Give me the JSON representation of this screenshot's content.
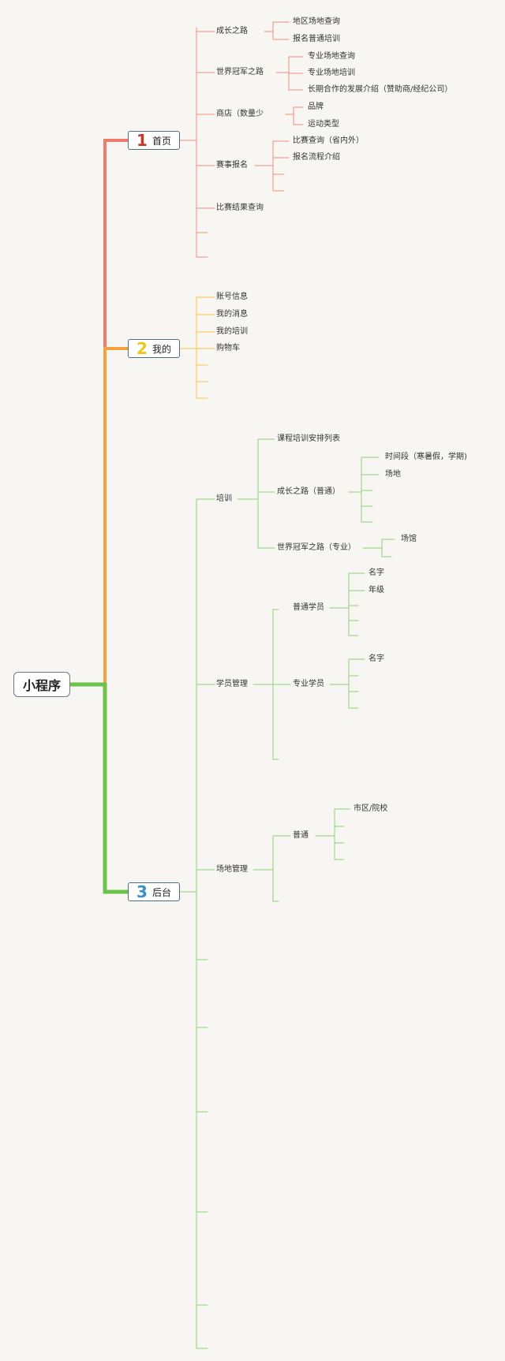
{
  "root": "小程序",
  "branches": [
    {
      "num": "1",
      "label": "首页",
      "color": "#ef7b6d",
      "num_color": "#c0392b"
    },
    {
      "num": "2",
      "label": "我的",
      "color": "#f7c340",
      "num_color": "#f0c419"
    },
    {
      "num": "3",
      "label": "后台",
      "color": "#7bc96f",
      "num_color": "#3a8fc8"
    }
  ],
  "home": {
    "growth": {
      "label": "成长之路",
      "children": [
        "地区场地查询",
        "报名普通培训"
      ]
    },
    "champion": {
      "label": "世界冠军之路",
      "children": [
        "专业场地查询",
        "专业场地培训",
        "长期合作的发展介绍（赞助商/经纪公司）"
      ]
    },
    "shop": {
      "label": "商店（数量少",
      "children": [
        "品牌",
        "运动类型"
      ]
    },
    "signup": {
      "label": "赛事报名",
      "children": [
        "比赛查询（省内外）",
        "报名流程介绍"
      ]
    },
    "results": {
      "label": "比赛结果查询"
    }
  },
  "mine": {
    "items": [
      "账号信息",
      "我的消息",
      "我的培训",
      "购物车"
    ]
  },
  "admin": {
    "training": {
      "label": "培训",
      "schedule": "课程培训安排列表",
      "growth": {
        "label": "成长之路（普通）",
        "children": [
          "时间段（寒暑假，学期)",
          "场地"
        ]
      },
      "champion": {
        "label": "世界冠军之路（专业）",
        "children": [
          "场馆"
        ]
      }
    },
    "students": {
      "label": "学员管理",
      "normal": {
        "label": "普通学员",
        "children": [
          "名字",
          "年级"
        ]
      },
      "pro": {
        "label": "专业学员",
        "children": [
          "名字"
        ]
      }
    },
    "venues": {
      "label": "场地管理",
      "normal": {
        "label": "普通",
        "children": [
          "市区/院校"
        ]
      }
    }
  }
}
